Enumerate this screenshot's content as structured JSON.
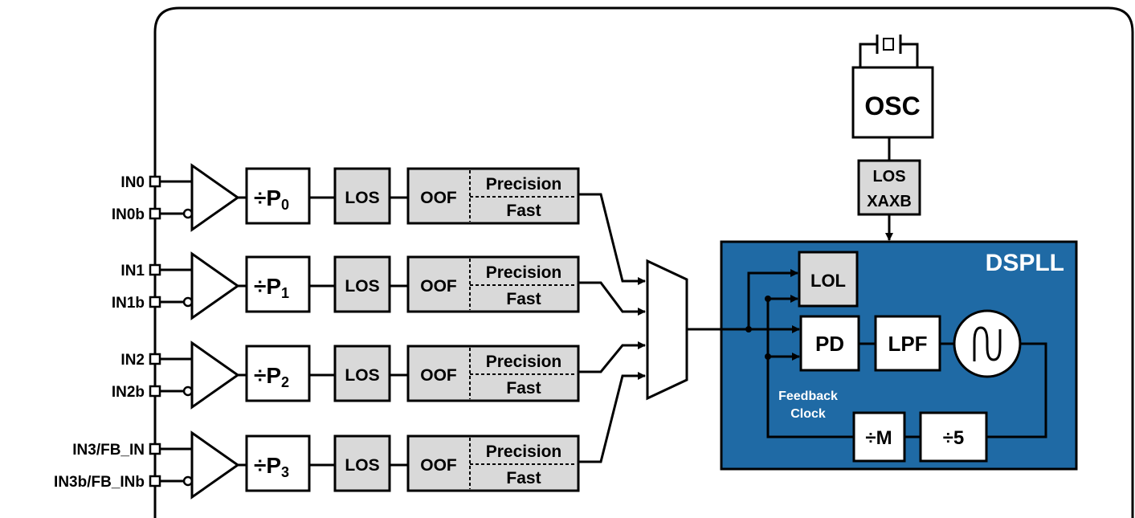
{
  "inputs": [
    {
      "pos": "IN0",
      "neg": "IN0b",
      "divider": "÷P",
      "divider_sub": "0"
    },
    {
      "pos": "IN1",
      "neg": "IN1b",
      "divider": "÷P",
      "divider_sub": "1"
    },
    {
      "pos": "IN2",
      "neg": "IN2b",
      "divider": "÷P",
      "divider_sub": "2"
    },
    {
      "pos": "IN3/FB_IN",
      "neg": "IN3b/FB_INb",
      "divider": "÷P",
      "divider_sub": "3"
    }
  ],
  "los_label": "LOS",
  "oof_label": "OOF",
  "oof_precision_label": "Precision",
  "oof_fast_label": "Fast",
  "osc_label": "OSC",
  "los_xaxb_line1": "LOS",
  "los_xaxb_line2": "XAXB",
  "dspll": {
    "title": "DSPLL",
    "lol_label": "LOL",
    "pd_label": "PD",
    "lpf_label": "LPF",
    "div_m_label": "÷M",
    "div_5_label": "÷5",
    "feedback_line1": "Feedback",
    "feedback_line2": "Clock"
  },
  "colors": {
    "dspll_fill": "#1f6aa5",
    "block_gray": "#d9d9d9"
  }
}
